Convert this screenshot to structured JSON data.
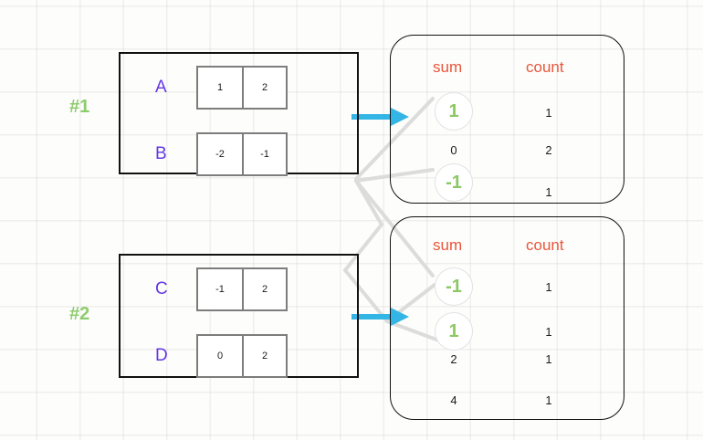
{
  "diagram": {
    "title_tags": [
      {
        "label": "#1"
      },
      {
        "label": "#2"
      }
    ],
    "colors": {
      "tag_green": "#8dcc6c",
      "letter_purple": "#6438e6",
      "header_orange": "#e8563c",
      "highlight_green": "#8cc863",
      "arrow_blue": "#33b5e5",
      "cell_border": "#7d7d7d",
      "box_border": "#111111",
      "connector_gray": "#dcdcdc",
      "grid_line": "#eef0ee",
      "background": "#fdfdfb"
    },
    "groups": [
      {
        "tag": "#1",
        "rows": [
          {
            "label": "A",
            "cells": [
              "1",
              "2"
            ]
          },
          {
            "label": "B",
            "cells": [
              "-2",
              "-1"
            ]
          }
        ]
      },
      {
        "tag": "#2",
        "rows": [
          {
            "label": "C",
            "cells": [
              "-1",
              "2"
            ]
          },
          {
            "label": "D",
            "cells": [
              "0",
              "2"
            ]
          }
        ]
      }
    ],
    "panels": [
      {
        "headers": {
          "sum": "sum",
          "count": "count"
        },
        "rows": [
          {
            "sum": "1",
            "count": "1",
            "highlighted": true
          },
          {
            "sum": "0",
            "count": "2",
            "highlighted": false
          },
          {
            "sum": "-1",
            "count": "1",
            "highlighted": true
          }
        ]
      },
      {
        "headers": {
          "sum": "sum",
          "count": "count"
        },
        "rows": [
          {
            "sum": "-1",
            "count": "1",
            "highlighted": true
          },
          {
            "sum": "1",
            "count": "1",
            "highlighted": true
          },
          {
            "sum": "2",
            "count": "1",
            "highlighted": false
          },
          {
            "sum": "4",
            "count": "1",
            "highlighted": false
          }
        ]
      }
    ],
    "arrows": [
      {
        "name": "arrow-group1-to-panel1"
      },
      {
        "name": "arrow-group2-to-panel2"
      }
    ]
  }
}
